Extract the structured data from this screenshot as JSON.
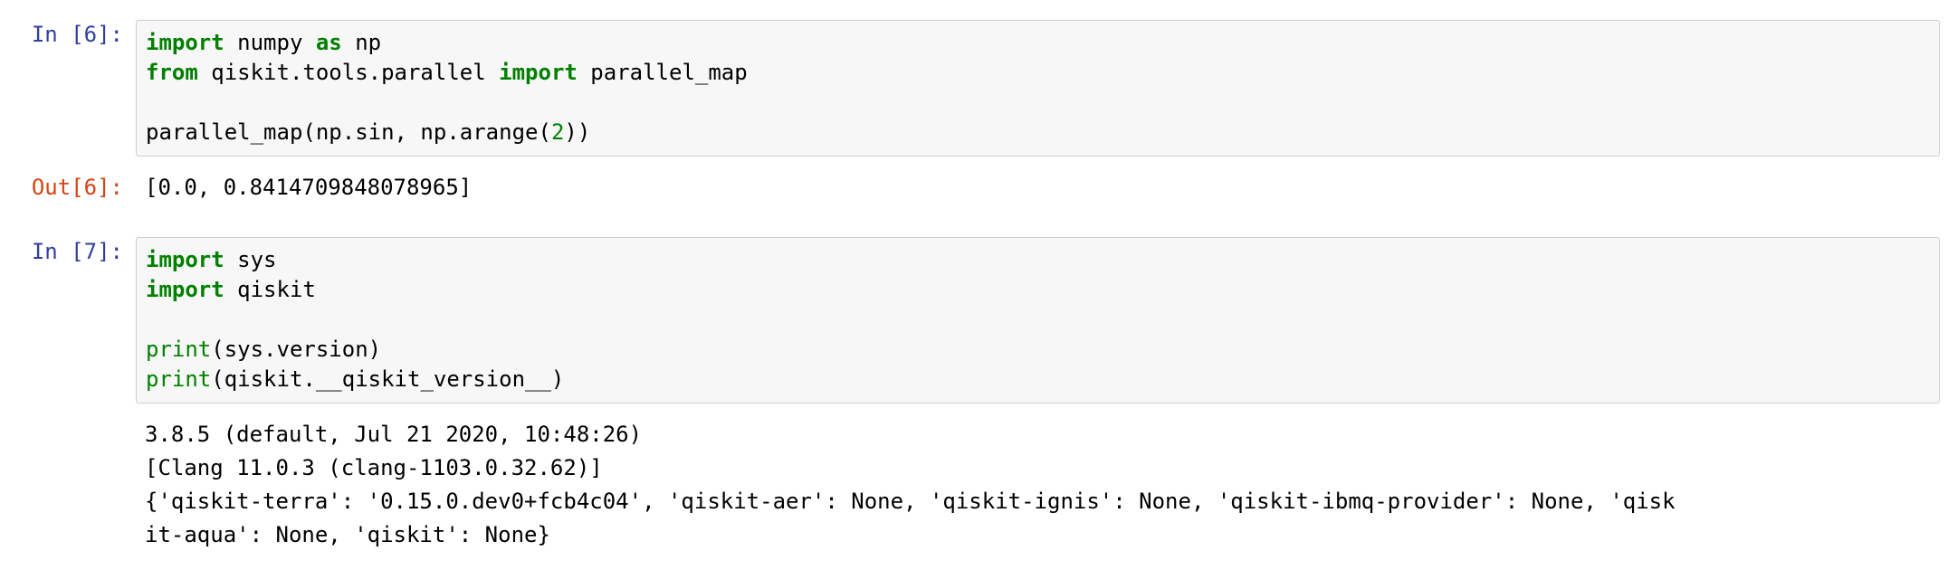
{
  "notebook": {
    "kernel_language": "python",
    "colors": {
      "input_prompt": "#303F9F",
      "output_prompt": "#D84315",
      "cell_background": "#f7f7f7",
      "cell_border": "#cfcfcf",
      "keyword": "#008000",
      "page_background": "#ffffff",
      "text": "#000000"
    },
    "cells": [
      {
        "type": "code",
        "execution_count": 6,
        "in_prompt": "In [6]:",
        "source_lines": [
          "import numpy as np",
          "from qiskit.tools.parallel import parallel_map",
          "",
          "parallel_map(np.sin, np.arange(2))"
        ],
        "tokens": {
          "line1": {
            "kw1": "import",
            "mid": " numpy ",
            "kw2": "as",
            "tail": " np"
          },
          "line2": {
            "kw1": "from",
            "mid": " qiskit.tools.parallel ",
            "kw2": "import",
            "tail": " parallel_map"
          },
          "line4": {
            "head": "parallel_map(np.sin, np.arange(",
            "num": "2",
            "tail": "))"
          }
        },
        "outputs": [
          {
            "type": "execute_result",
            "out_prompt": "Out[6]:",
            "text": "[0.0, 0.8414709848078965]"
          }
        ]
      },
      {
        "type": "code",
        "execution_count": 7,
        "in_prompt": "In [7]:",
        "source_lines": [
          "import sys",
          "import qiskit",
          "",
          "print(sys.version)",
          "print(qiskit.__qiskit_version__)"
        ],
        "tokens": {
          "line1": {
            "kw1": "import",
            "tail": " sys"
          },
          "line2": {
            "kw1": "import",
            "tail": " qiskit"
          },
          "line4": {
            "fn": "print",
            "tail": "(sys.version)"
          },
          "line5": {
            "fn": "print",
            "tail": "(qiskit.__qiskit_version__)"
          }
        },
        "outputs": [
          {
            "type": "stream",
            "stream_name": "stdout",
            "out_prompt": "",
            "lines": [
              "3.8.5 (default, Jul 21 2020, 10:48:26)",
              "[Clang 11.0.3 (clang-1103.0.32.62)]",
              "{'qiskit-terra': '0.15.0.dev0+fcb4c04', 'qiskit-aer': None, 'qiskit-ignis': None, 'qiskit-ibmq-provider': None, 'qisk",
              "it-aqua': None, 'qiskit': None}"
            ]
          }
        ]
      }
    ]
  }
}
